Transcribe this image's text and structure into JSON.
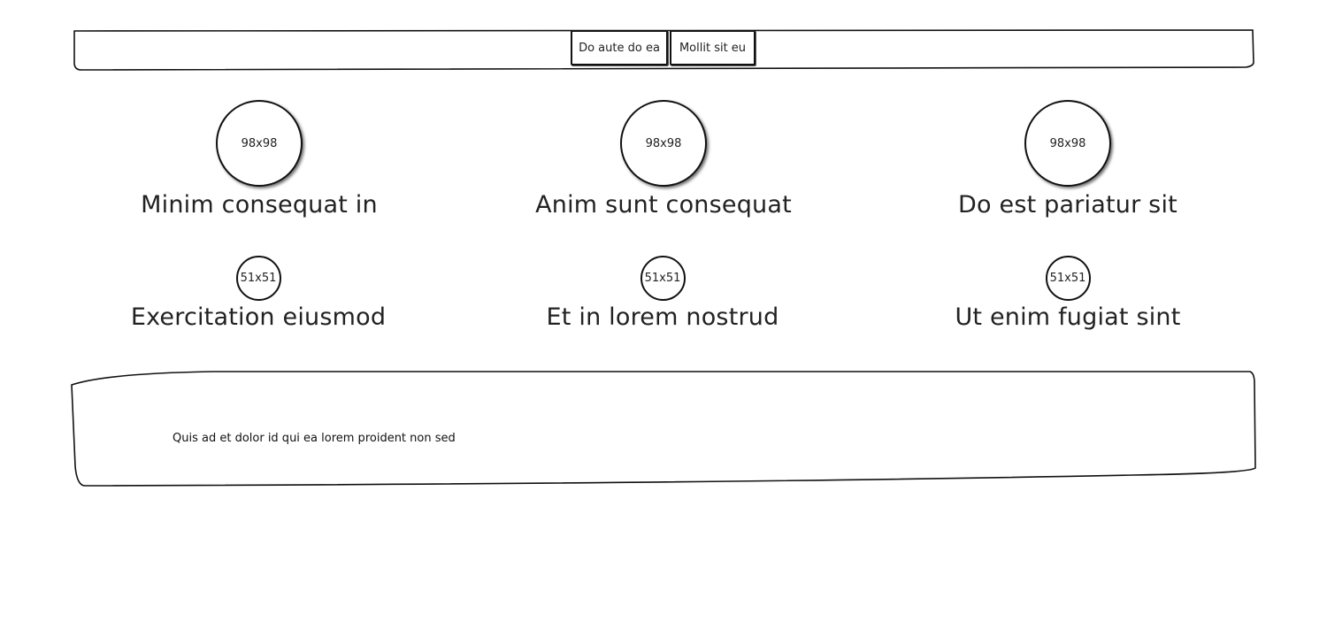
{
  "header": {
    "nav_buttons": [
      {
        "label": "Do aute do ea"
      },
      {
        "label": "Mollit sit eu"
      }
    ]
  },
  "features_large": [
    {
      "avatar_label": "98x98",
      "title": "Minim consequat in"
    },
    {
      "avatar_label": "98x98",
      "title": "Anim sunt consequat"
    },
    {
      "avatar_label": "98x98",
      "title": "Do est pariatur sit"
    }
  ],
  "features_small": [
    {
      "avatar_label": "51x51",
      "title": "Exercitation eiusmod"
    },
    {
      "avatar_label": "51x51",
      "title": "Et in lorem nostrud"
    },
    {
      "avatar_label": "51x51",
      "title": "Ut enim fugiat sint"
    }
  ],
  "footer": {
    "text": "Quis ad et dolor id qui ea lorem proident non sed"
  }
}
